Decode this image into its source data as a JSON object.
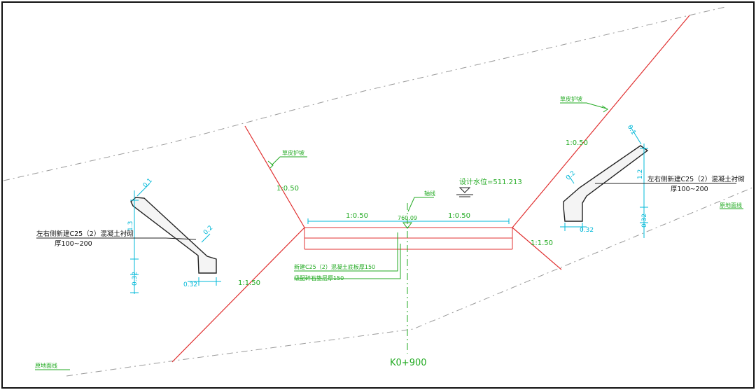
{
  "labels": {
    "grass_slope_left": "草皮护坡",
    "grass_slope_right": "草皮护坡",
    "slope_upper_left": "1:0.50",
    "slope_upper_right": "1:0.50",
    "slope_lower_left": "1:1.50",
    "slope_lower_right": "1:1.50",
    "axis_label": "轴线",
    "design_water_level": "设计水位=511.213",
    "channel_top_left": "1:0.50",
    "channel_top_right": "1:0.50",
    "bottom_elevation": "760.09",
    "concrete_slab": "新建C25（2）混凝土底板厚150",
    "gravel_cushion": "级配碎石垫层厚150",
    "original_ground_left": "原地面线",
    "original_ground_right": "原地面线",
    "station": "K0+900"
  },
  "left_detail": {
    "note_line1": "左右侧新建C25（2）混凝土衬砌",
    "note_line2": "厚100~200",
    "dim_top": "0.1",
    "dim_side": "0.2",
    "dim_vertical": "1.3",
    "dim_base_height": "0.32",
    "dim_base_width": "0.32"
  },
  "right_detail": {
    "note_line1": "左右侧新建C25（2）混凝土衬砌",
    "note_line2": "厚100~200",
    "dim_top": "0.1",
    "dim_side": "0.2",
    "dim_vertical": "1.2",
    "dim_base_height": "0.32",
    "dim_base_width": "0.32"
  },
  "colors": {
    "slope_lines": "#e03030",
    "annotation_text": "#22aa22",
    "dimension_lines": "#00b8d8",
    "ground_lines": "#9a9a9a"
  }
}
